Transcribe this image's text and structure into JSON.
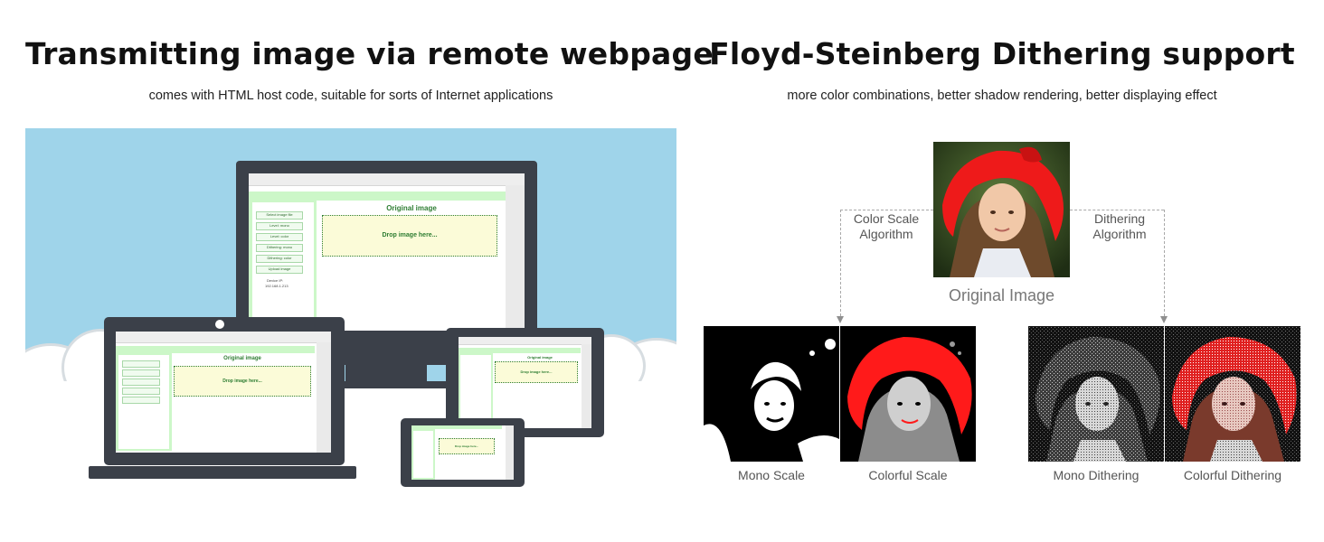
{
  "left": {
    "title": "Transmitting image via remote webpage",
    "subtitle": "comes with HTML host code, suitable for sorts of Internet applications",
    "mock_page": {
      "original_image_heading": "Original image",
      "drop_text": "Drop image here...",
      "sidebar_buttons": [
        "Select image file",
        "Level: mono",
        "Level: color",
        "Dithering: mono",
        "Dithering: color",
        "Upload image"
      ],
      "device_ip_label": "Device IP:",
      "device_ip_value": "192.168.1.213"
    }
  },
  "right": {
    "title": "Floyd-Steinberg Dithering support",
    "subtitle": "more color combinations, better shadow rendering, better displaying effect",
    "original_caption": "Original Image",
    "left_algorithm": [
      "Color Scale",
      "Algorithm"
    ],
    "right_algorithm": [
      "Dithering",
      "Algorithm"
    ],
    "results": [
      {
        "caption": "Mono Scale"
      },
      {
        "caption": "Colorful Scale"
      },
      {
        "caption": "Mono Dithering"
      },
      {
        "caption": "Colorful Dithering"
      }
    ]
  },
  "colors": {
    "sky": "#9fd4ea",
    "device_frame": "#3b4049",
    "page_band": "#ccf7c8",
    "hood_red": "#ee1a1a",
    "text_green": "#2e7d32"
  }
}
